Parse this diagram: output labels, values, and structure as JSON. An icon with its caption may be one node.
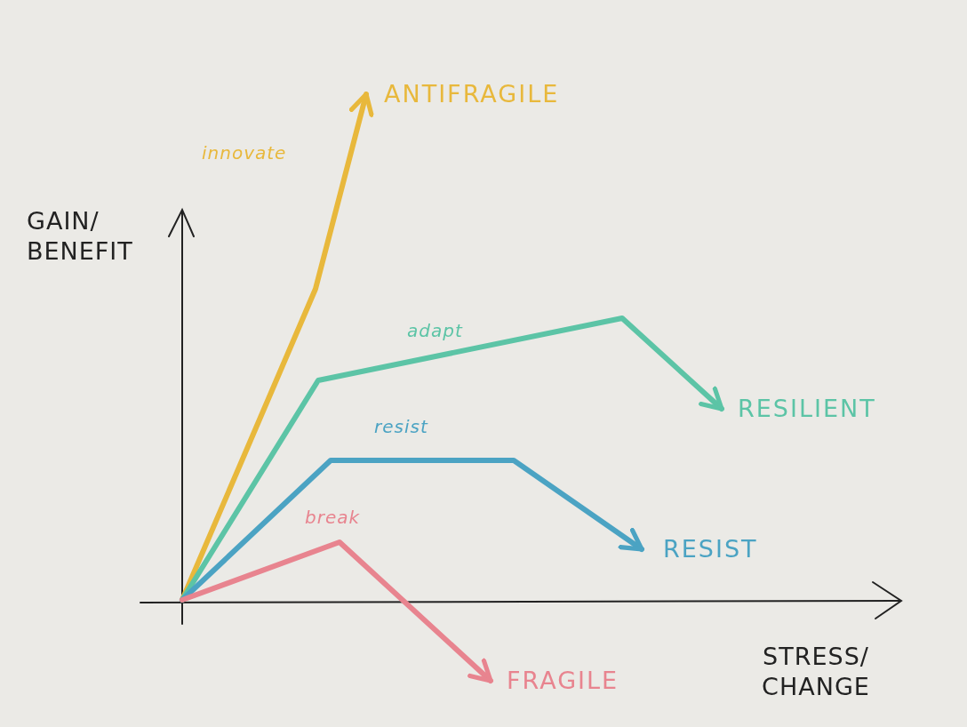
{
  "diagram": {
    "nodes": [
      {
        "text": [
          "ANTIFRAGILE"
        ]
      },
      {
        "text": [
          "RESILIENT"
        ]
      },
      {
        "text": [
          "RESIST"
        ]
      },
      {
        "text": [
          "FRAGILE"
        ]
      }
    ],
    "edges": [
      {
        "from": null,
        "to": 0,
        "arrow": "to",
        "label": "innovate",
        "color": "#e8b83c"
      },
      {
        "from": null,
        "to": 1,
        "arrow": "to",
        "label": "adapt",
        "color": "#5cc4a6"
      },
      {
        "from": null,
        "to": 2,
        "arrow": "to",
        "label": "resist",
        "color": "#4ba3c3"
      },
      {
        "from": null,
        "to": 3,
        "arrow": "to",
        "label": "break",
        "color": "#e8848f"
      }
    ],
    "labels": [
      "GAIN/ BENEFIT",
      "STRESS/ CHANGE"
    ]
  }
}
